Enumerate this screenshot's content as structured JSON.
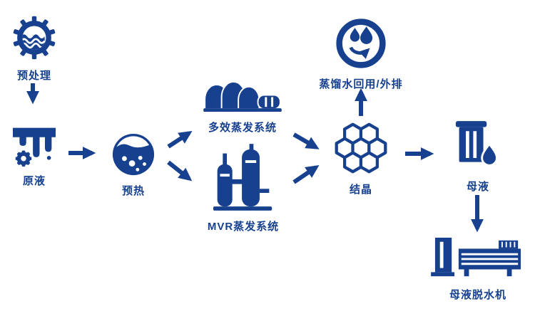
{
  "diagram": {
    "type": "flowchart",
    "accent_color": "#17418f",
    "background_color": "#ffffff",
    "nodes": [
      {
        "id": "pretreatment",
        "label": "预处理",
        "icon": "gear-water-icon"
      },
      {
        "id": "raw-liquid",
        "label": "原液",
        "icon": "liquid-drip-gear-icon"
      },
      {
        "id": "preheat",
        "label": "预热",
        "icon": "flask-bubbles-icon"
      },
      {
        "id": "multi-effect-evaporation",
        "label": "多效蒸发系统",
        "icon": "evaporator-domes-icon"
      },
      {
        "id": "mvr-evaporation",
        "label": "MVR蒸发系统",
        "icon": "distillation-towers-icon"
      },
      {
        "id": "crystallization",
        "label": "结晶",
        "icon": "honeycomb-crystal-icon"
      },
      {
        "id": "distilled-water-reuse",
        "label": "蒸馏水回用/外排",
        "icon": "water-recycle-icon"
      },
      {
        "id": "mother-liquor",
        "label": "母液",
        "icon": "tank-drop-icon"
      },
      {
        "id": "mother-liquor-dewatering",
        "label": "母液脱水机",
        "icon": "dewatering-machine-icon"
      }
    ],
    "edges": [
      {
        "from": "pretreatment",
        "to": "raw-liquid"
      },
      {
        "from": "raw-liquid",
        "to": "preheat"
      },
      {
        "from": "preheat",
        "to": "multi-effect-evaporation"
      },
      {
        "from": "preheat",
        "to": "mvr-evaporation"
      },
      {
        "from": "multi-effect-evaporation",
        "to": "crystallization"
      },
      {
        "from": "mvr-evaporation",
        "to": "crystallization"
      },
      {
        "from": "crystallization",
        "to": "distilled-water-reuse"
      },
      {
        "from": "crystallization",
        "to": "mother-liquor"
      },
      {
        "from": "mother-liquor",
        "to": "mother-liquor-dewatering"
      }
    ]
  }
}
